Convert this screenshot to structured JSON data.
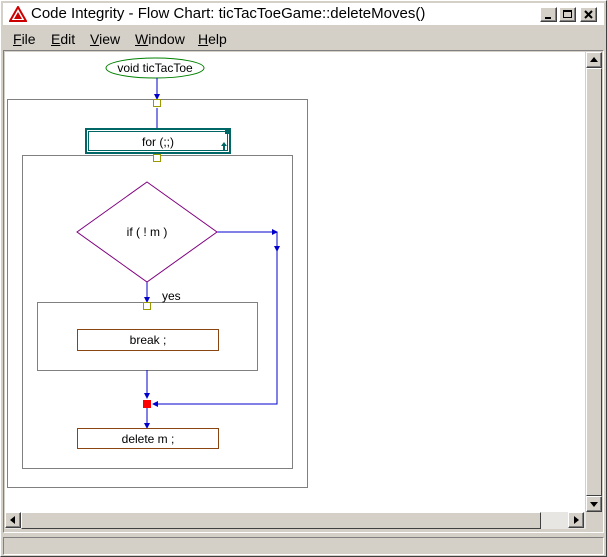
{
  "window": {
    "title": "Code Integrity - Flow Chart: ticTacToeGame::deleteMoves()",
    "app_icon": "code-integrity-icon",
    "controls": [
      "minimize-icon",
      "maximize-icon",
      "close-icon"
    ]
  },
  "menu": {
    "items": [
      {
        "accel": "F",
        "rest": "ile"
      },
      {
        "accel": "E",
        "rest": "dit"
      },
      {
        "accel": "V",
        "rest": "iew"
      },
      {
        "accel": "W",
        "rest": "indow"
      },
      {
        "accel": "H",
        "rest": "elp"
      }
    ]
  },
  "flowchart": {
    "start_label": "void ticTacToe",
    "loop_label": "for (;;)",
    "decision_label": "if ( ! m )",
    "yes_label": "yes",
    "break_label": "break ;",
    "delete_label": "delete m ;"
  },
  "colors": {
    "start_oval": "#008000",
    "loop_box": "#006666",
    "decision": "#800080",
    "statement_box": "#8b4513",
    "connector_arrows": "#0000cc",
    "junction": "#ff0000",
    "port": "#999900"
  }
}
